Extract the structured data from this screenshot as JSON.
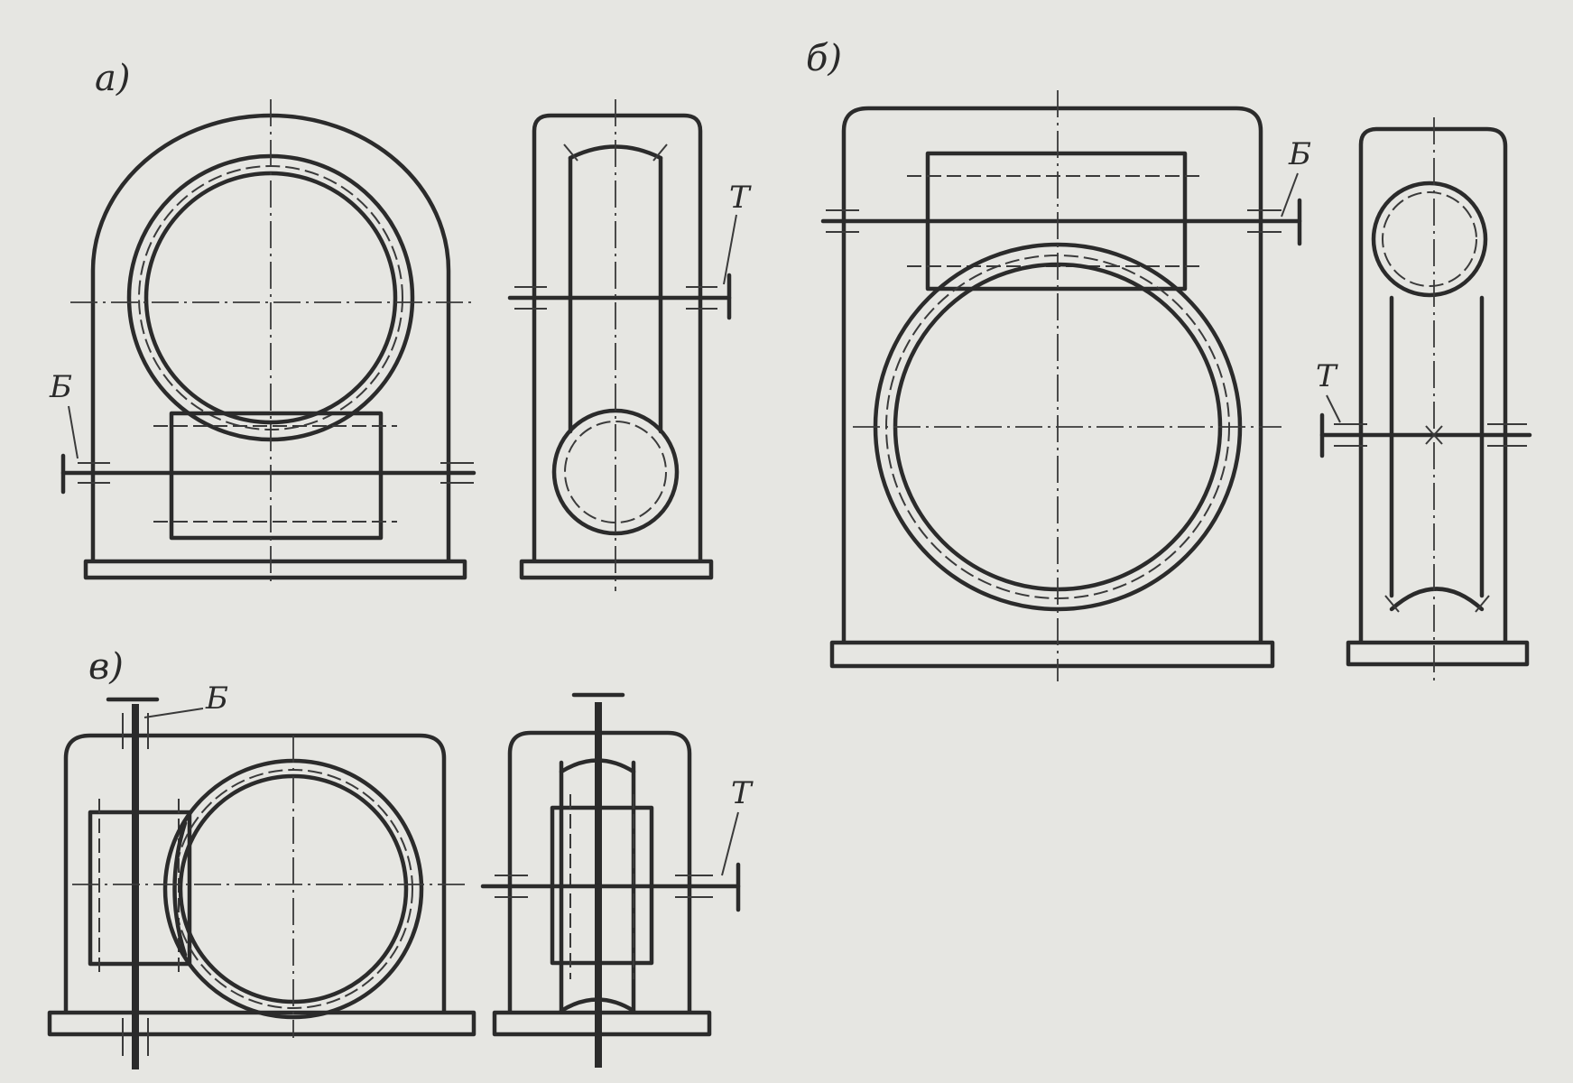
{
  "figure": {
    "panels": [
      {
        "id": "a",
        "label": "а)",
        "callouts": [
          "Б",
          "Т"
        ]
      },
      {
        "id": "b",
        "label": "б)",
        "callouts": [
          "Б",
          "Т"
        ]
      },
      {
        "id": "v",
        "label": "в)",
        "callouts": [
          "Б",
          "Т"
        ]
      }
    ]
  },
  "colors": {
    "ink": "#2b2b2b",
    "paper": "#e6e6e2"
  }
}
